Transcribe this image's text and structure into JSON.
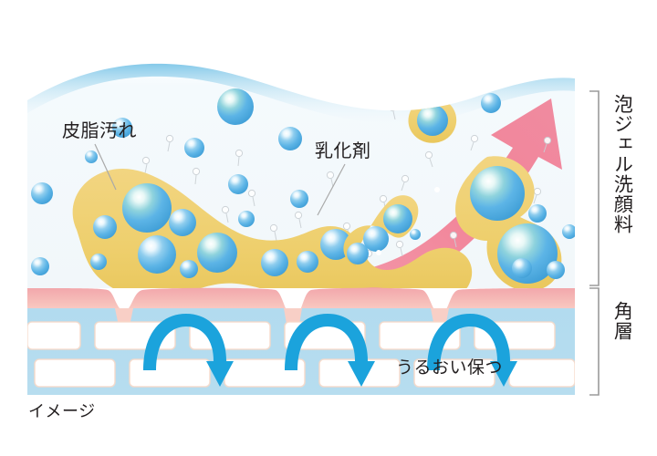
{
  "caption": {
    "image_note": "イメージ"
  },
  "labels": {
    "sebum": "皮脂汚れ",
    "emulsifier": "乳化剤",
    "moisture": "うるおい保つ"
  },
  "brackets": {
    "cleanser": "泡ジェル洗顔料",
    "corneum": "角層"
  },
  "colors": {
    "foam_top": "#ffffff",
    "foam_body": "#f2f8fb",
    "foam_edge": "#8ecdeb",
    "sebum_yellow": "#efd074",
    "sebum_yellow_edge": "#e8c45c",
    "bubble_blue": "#63b7e8",
    "bubble_blue_dark": "#3e9fd8",
    "bubble_highlight": "#ffffff",
    "pink_arrow": "#f2879c",
    "skin_pink": "#f3acae",
    "skin_pink_light": "#fad7cf",
    "corneum_blue": "#b4dcef",
    "corneum_cell": "#ffffff",
    "cyan_arrow": "#1ba3dc",
    "bracket_gray": "#9b9b9b",
    "text": "#231f20"
  },
  "diagram": {
    "type": "cross-section illustration",
    "title": "泡ジェル洗顔料 イメージ",
    "regions": [
      {
        "name": "泡ジェル洗顔料",
        "description": "foam gel cleanser layer above the skin"
      },
      {
        "name": "角層",
        "description": "stratum corneum brick-and-mortar layer"
      }
    ],
    "elements": [
      {
        "name": "皮脂汚れ",
        "description": "yellow sebum soil mass with trapped blue bubbles"
      },
      {
        "name": "乳化剤",
        "description": "emulsifier molecules surrounding lifted droplets"
      },
      {
        "name": "うるおい保つ",
        "description": "moisture retained in the stratum corneum"
      }
    ]
  }
}
